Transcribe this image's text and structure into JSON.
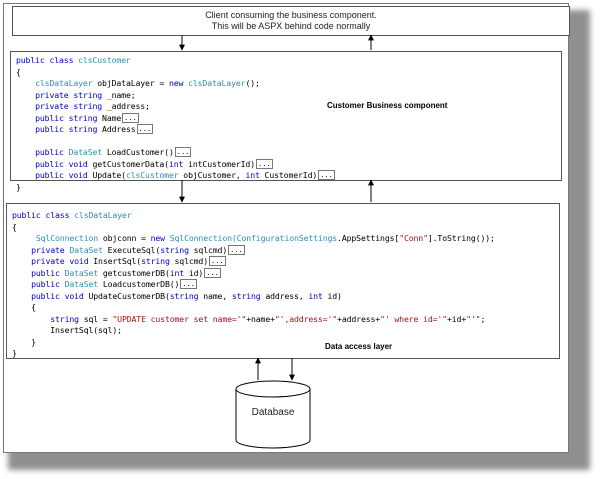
{
  "client_box": {
    "line1": "Client consuming the business component.",
    "line2": "This will be ASPX behind code normally"
  },
  "business_box": {
    "label": "Customer Business component",
    "code": {
      "class_kw": "public class",
      "class_name": "clsCustomer",
      "open": "{",
      "close": "}",
      "l1_type": "clsDataLayer",
      "l1_mid": " objDataLayer = ",
      "l1_new": "new",
      "l1_tail": " clsDataLayer",
      "l1_end": "();",
      "l2_kw": "private string",
      "l2_rest": " _name;",
      "l3_kw": "private string",
      "l3_rest": " _address;",
      "l4_kw": "public string",
      "l4_rest": " Name",
      "l5_kw": "public string",
      "l5_rest": " Address",
      "l6_kw": "public",
      "l6_type": " DataSet",
      "l6_rest": " LoadCustomer()",
      "l7_kw": "public void",
      "l7_mid": " getCustomerData(",
      "l7_int": "int",
      "l7_rest": " intCustomerId)",
      "l8_kw": "public void",
      "l8_mid": " Update(",
      "l8_type": "clsCustomer",
      "l8_mid2": " objCustomer, ",
      "l8_int": "int",
      "l8_rest": " CustomerId)"
    }
  },
  "data_box": {
    "label": "Data access layer",
    "code": {
      "class_kw": "public class",
      "class_name": "clsDataLayer",
      "open": "{",
      "close": "}",
      "l1_type": "SqlConnection",
      "l1_mid": " objconn = ",
      "l1_new": "new",
      "l1_t2": " SqlConnection(",
      "l1_t3": "ConfigurationSettings",
      "l1_mid2": ".AppSettings[",
      "l1_str": "\"Conn\"",
      "l1_end": "].ToString());",
      "l2_kw": "private",
      "l2_type": " DataSet",
      "l2_rest": " ExecuteSql(",
      "l2_kw2": "string",
      "l2_end": " sqlcmd)",
      "l3_kw": "private void",
      "l3_rest": " InsertSql(",
      "l3_kw2": "string",
      "l3_end": " sqlcmd)",
      "l4_kw": "public",
      "l4_type": " DataSet",
      "l4_rest": " getcustomerDB(",
      "l4_kw2": "int",
      "l4_end": " id)",
      "l5_kw": "public",
      "l5_type": " DataSet",
      "l5_rest": " LoadcustomerDB()",
      "l6_kw": "public void",
      "l6_rest": " UpdateCustomerDB(",
      "l6_kw2": "string",
      "l6_mid": " name, ",
      "l6_kw3": "string",
      "l6_mid2": " address, ",
      "l6_kw4": "int",
      "l6_end": " id)",
      "l7": "{",
      "l8_kw": "string",
      "l8_mid": " sql = ",
      "l8_s1": "\"UPDATE customer set name='\"",
      "l8_p1": "+name+",
      "l8_s2": "\"',address='\"",
      "l8_p2": "+address+",
      "l8_s3": "\"' where id='\"",
      "l8_p3": "+id+",
      "l8_s4": "\"'\"",
      "l8_end": ";",
      "l9": "InsertSql(sql);",
      "l10": "}"
    }
  },
  "database": {
    "label": "Database"
  },
  "dots": "..."
}
